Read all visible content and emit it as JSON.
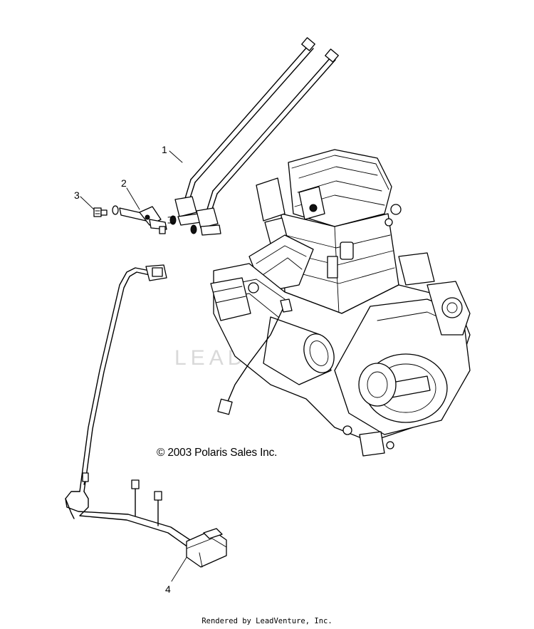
{
  "callouts": [
    {
      "id": "1",
      "label": "1"
    },
    {
      "id": "2",
      "label": "2"
    },
    {
      "id": "3",
      "label": "3"
    },
    {
      "id": "4",
      "label": "4"
    }
  ],
  "copyright": "© 2003 Polaris Sales Inc.",
  "footer": "Rendered by LeadVenture, Inc.",
  "watermark": "LEADVENTURE"
}
